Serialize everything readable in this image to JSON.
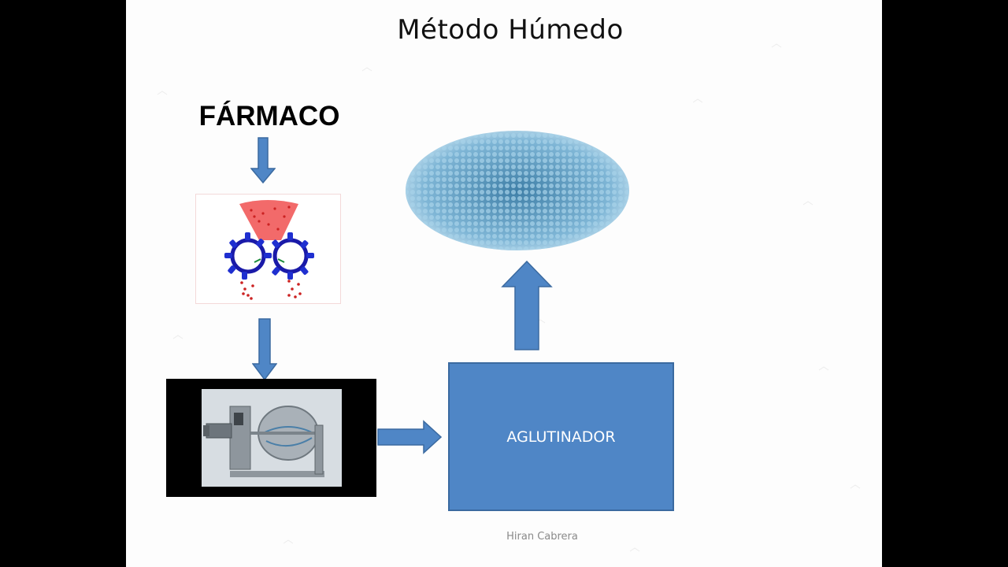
{
  "slide": {
    "title": "Método Húmedo",
    "farmaco_label": "FÁRMACO",
    "box_label": "AGLUTINADOR",
    "author": "Hiran Cabrera"
  },
  "icons": {
    "mill": "roller-mill-icon",
    "mixer": "mixer-machine-icon",
    "granules": "granules-pile-icon"
  },
  "colors": {
    "arrow_fill": "#4f86c6",
    "arrow_stroke": "#3b6aa0",
    "box_fill": "#4f86c6",
    "granule": "#7fb6d6"
  }
}
